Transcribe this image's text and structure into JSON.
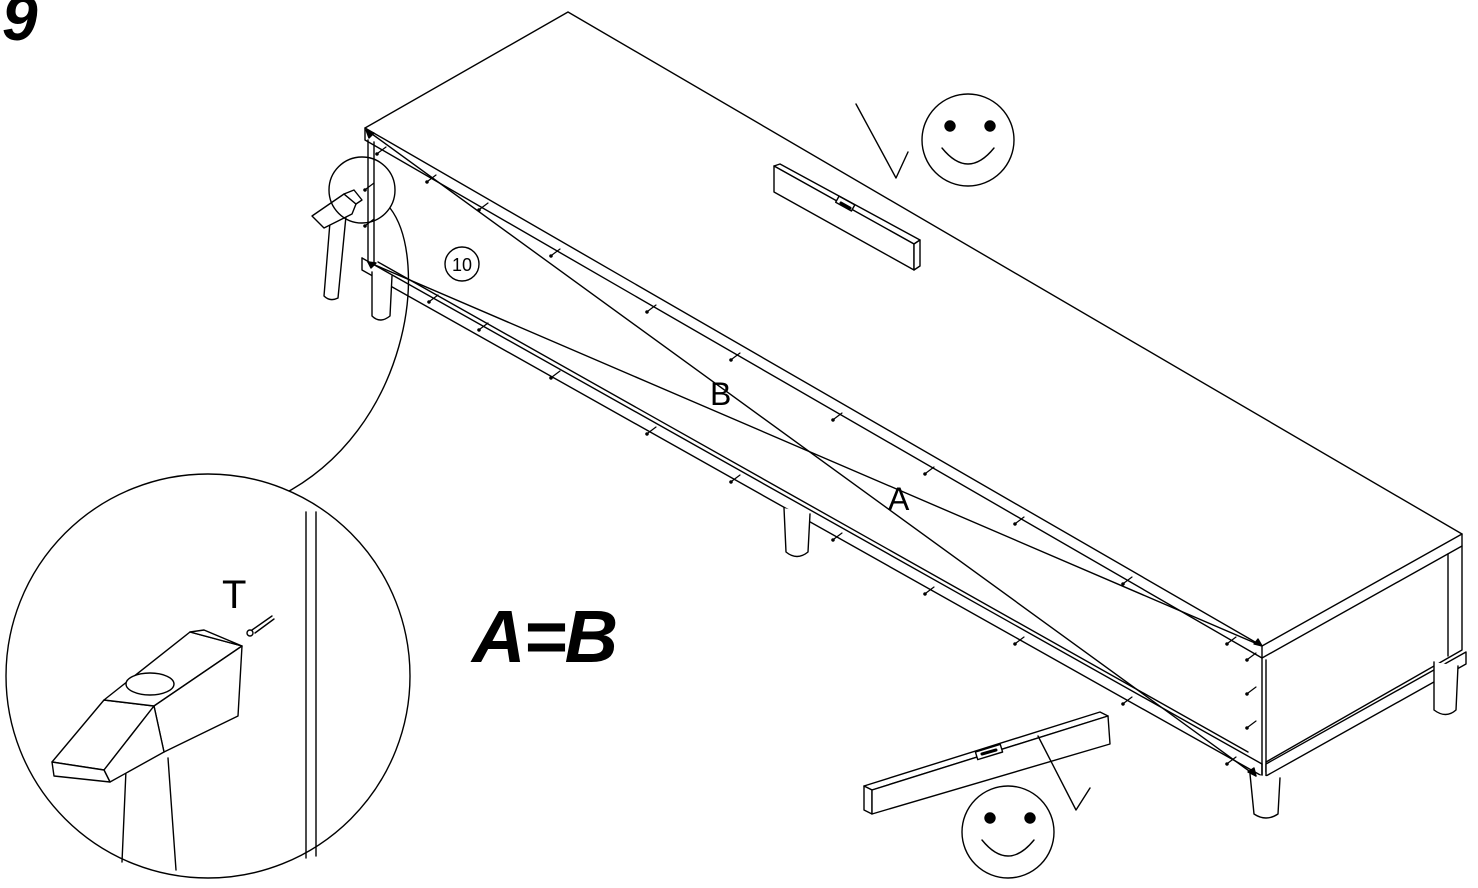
{
  "step_number": "9",
  "part_number": "10",
  "label_a": "A",
  "label_b": "B",
  "label_tool": "T",
  "equation": "A=B",
  "icons": {
    "ok_face_top": "smiley-icon",
    "ok_face_bottom": "smiley-icon",
    "level_top": "spirit-level-icon",
    "level_bottom": "spirit-level-icon",
    "hammer": "hammer-icon"
  },
  "colors": {
    "ink": "#000000",
    "paper": "#ffffff"
  }
}
